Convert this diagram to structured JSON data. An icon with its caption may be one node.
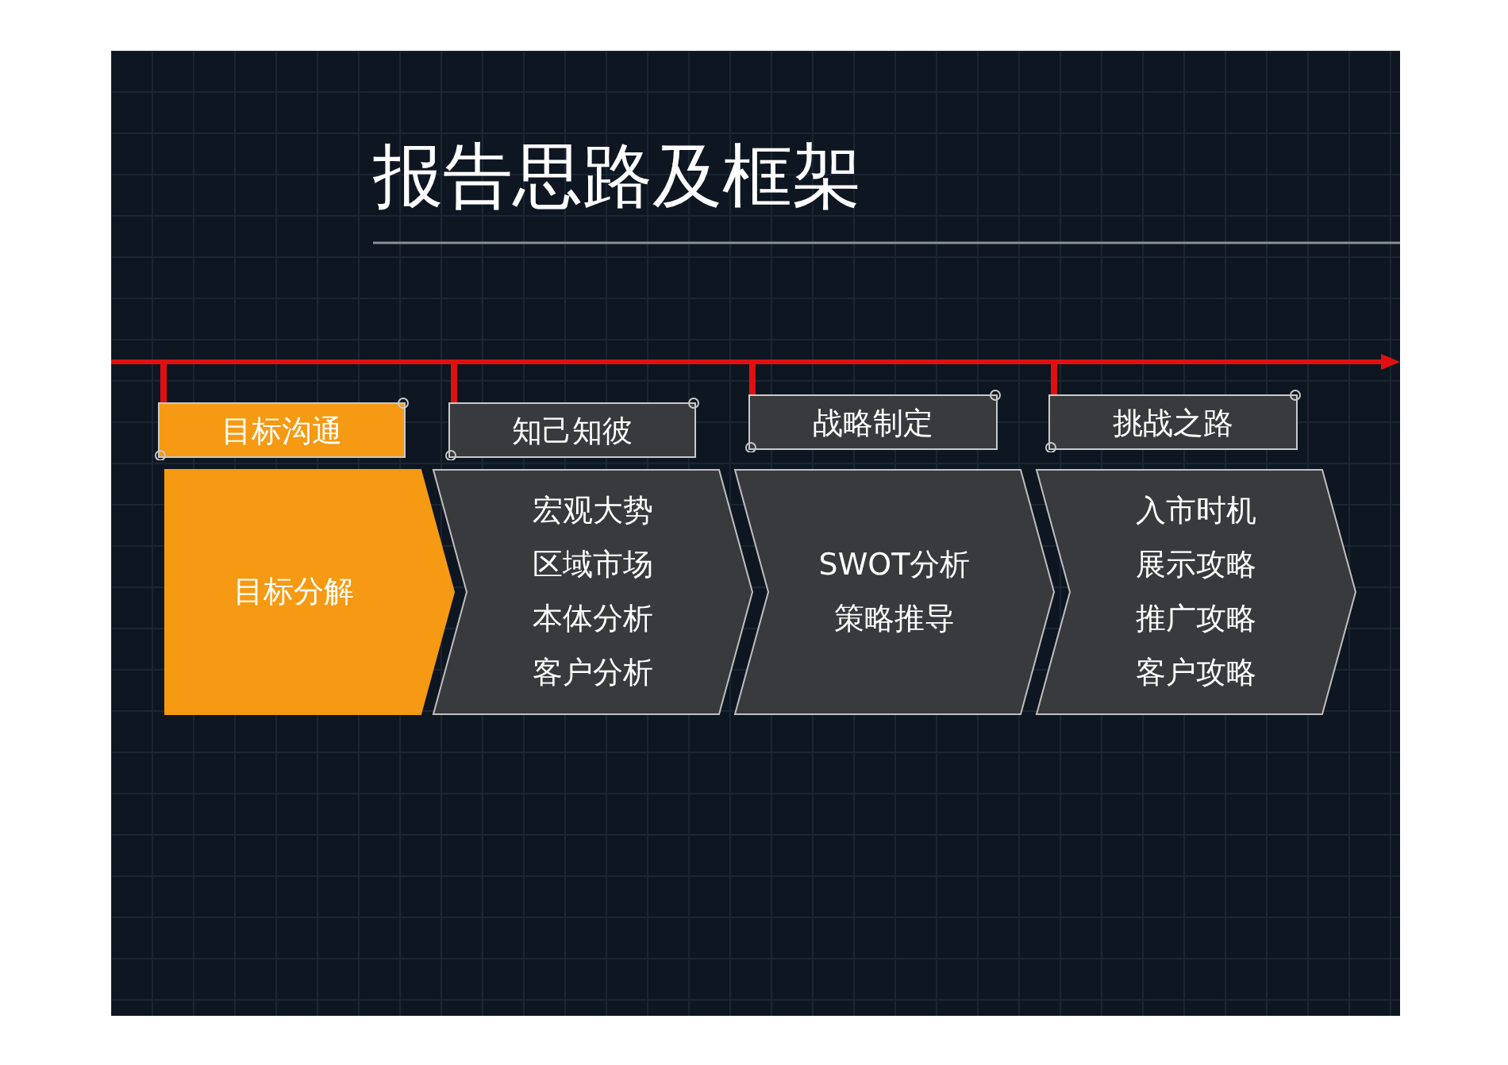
{
  "diagram": {
    "title": "报告思路及框架",
    "nodes": [
      {
        "text": [
          "目标沟通"
        ]
      },
      {
        "text": [
          "知己知彼"
        ]
      },
      {
        "text": [
          "战略制定"
        ]
      },
      {
        "text": [
          "挑战之路"
        ]
      },
      {
        "text": [
          "目标分解"
        ]
      },
      {
        "text": [
          "宏观大势",
          "区域市场",
          "本体分析",
          "客户分析"
        ]
      },
      {
        "text": [
          "SWOT分析",
          "策略推导"
        ]
      },
      {
        "text": [
          "入市时机",
          "展示攻略",
          "推广攻略",
          "客户攻略"
        ]
      },
      {
        "text": [],
        "shape": "bar"
      }
    ],
    "edges": [
      {
        "from": 8,
        "to": 0,
        "arrow": "none"
      },
      {
        "from": 8,
        "to": 1,
        "arrow": "none"
      },
      {
        "from": 8,
        "to": 2,
        "arrow": "none"
      },
      {
        "from": 8,
        "to": 3,
        "arrow": "none"
      }
    ]
  }
}
